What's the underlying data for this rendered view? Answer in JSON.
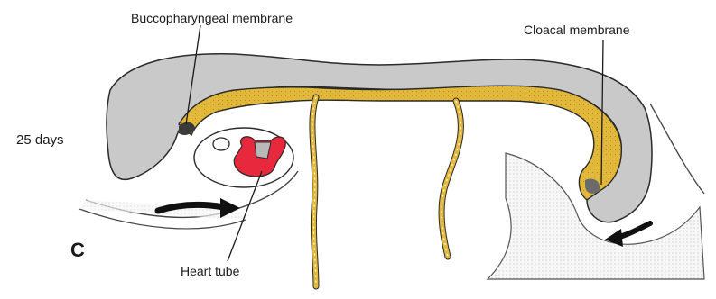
{
  "figure": {
    "panel_letter": "C",
    "age_label": "25 days",
    "labels": {
      "buccopharyngeal": "Buccopharyngeal membrane",
      "cloacal": "Cloacal membrane",
      "heart_tube": "Heart tube"
    },
    "colors": {
      "ectoderm_gray": "#c9c9c9",
      "endoderm_yellow": "#e2b93b",
      "heart_red": "#e8283c",
      "outline": "#2a2a2a",
      "arrow": "#111111"
    },
    "icons": [
      "arrow-right-icon",
      "arrow-left-icon"
    ]
  }
}
